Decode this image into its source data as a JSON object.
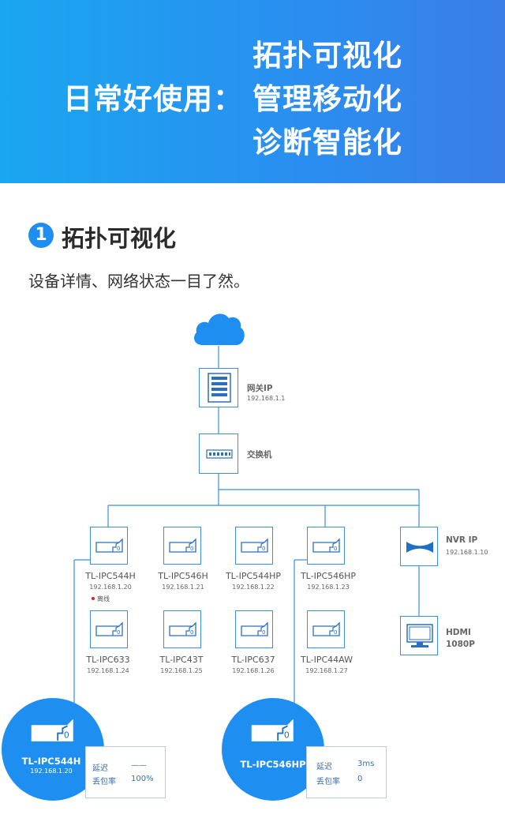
{
  "banner": {
    "lead": "日常好使用：",
    "lines": [
      "拓扑可视化",
      "管理移动化",
      "诊断智能化"
    ]
  },
  "section": {
    "number": "1",
    "title": "拓扑可视化",
    "description": "设备详情、网络状态一目了然。"
  },
  "topology": {
    "gateway": {
      "label": "网关IP",
      "ip": "192.168.1.1"
    },
    "switch": {
      "label": "交换机"
    },
    "nvr": {
      "label": "NVR IP",
      "ip": "192.168.1.10"
    },
    "hdmi": {
      "label_line1": "HDMI",
      "label_line2": "1080P"
    },
    "cameras_row1": [
      {
        "name": "TL-IPC544H",
        "ip": "192.168.1.20"
      },
      {
        "name": "TL-IPC546H",
        "ip": "192.168.1.21"
      },
      {
        "name": "TL-IPC544HP",
        "ip": "192.168.1.22"
      },
      {
        "name": "TL-IPC546HP",
        "ip": "192.168.1.23"
      }
    ],
    "cameras_row2": [
      {
        "name": "TL-IPC633",
        "ip": "192.168.1.24"
      },
      {
        "name": "TL-IPC43T",
        "ip": "192.168.1.25"
      },
      {
        "name": "TL-IPC637",
        "ip": "192.168.1.26"
      },
      {
        "name": "TL-IPC44AW",
        "ip": "192.168.1.27"
      }
    ],
    "offline_label": "离线",
    "detail_left": {
      "name": "TL-IPC544H",
      "ip": "192.168.1.20",
      "latency_label": "延迟",
      "latency_value": "——",
      "loss_label": "丢包率",
      "loss_value": "100%"
    },
    "detail_right": {
      "name": "TL-IPC546HP",
      "latency_label": "延迟",
      "latency_value": "3ms",
      "loss_label": "丢包率",
      "loss_value": "0"
    }
  },
  "colors": {
    "accent": "#1e8ff0",
    "line": "#3a8fe0",
    "offline": "#e02020"
  }
}
